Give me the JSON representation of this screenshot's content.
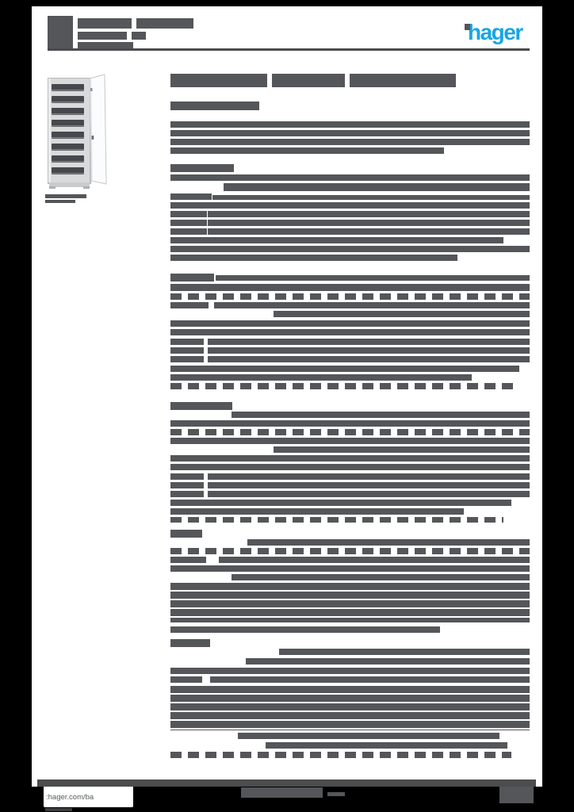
{
  "document": {
    "type": "product-datasheet-page",
    "brand": "hager",
    "note": "all body text on the page is blurred/redacted into gray bars; only the logo wordmark and footer web address are legible"
  },
  "header": {
    "logo_text": "hager"
  },
  "footer": {
    "url": ":hager.com/ba"
  },
  "product_image": {
    "description": "tall floor-standing electrical distribution cabinet, light gray, open white door on right side, 8 dark module slot rows",
    "slot_rows": 8
  },
  "colors": {
    "page_background": "#000000",
    "paper": "#ffffff",
    "bar": "#55565a",
    "rule": "#4a4b4d",
    "dark": "#4b4c4e",
    "dim": "#3c3d3f",
    "brand": "#18a6e2",
    "cabinet_body": "#d8dadc",
    "cabinet_slot": "#45484c",
    "cabinet_door": "#fbfcfd"
  },
  "redaction": {
    "layers": [
      {
        "name": "header-redactions",
        "bars": [
          [
            60,
            20,
            32,
            42
          ],
          [
            98,
            23,
            68,
            13
          ],
          [
            172,
            23,
            72,
            13
          ],
          [
            98,
            40,
            62,
            10
          ],
          [
            166,
            40,
            18,
            10
          ],
          [
            98,
            53,
            70,
            8
          ],
          [
            60,
            61,
            608,
            3,
            "rule"
          ],
          [
            586,
            30,
            7,
            8
          ]
        ]
      },
      {
        "name": "left-column-redactions",
        "bars": [
          [
            57,
            245,
            52,
            5
          ],
          [
            57,
            252,
            38,
            4
          ]
        ]
      },
      {
        "name": "main-column-redactions",
        "bars": [
          [
            215,
            93,
            122,
            17
          ],
          [
            343,
            93,
            92,
            17
          ],
          [
            441,
            93,
            134,
            17
          ],
          [
            215,
            128,
            112,
            11
          ],
          [
            215,
            153,
            453,
            8
          ],
          [
            215,
            164,
            453,
            8
          ],
          [
            215,
            175,
            453,
            8
          ],
          [
            215,
            186,
            345,
            8
          ],
          [
            215,
            207,
            80,
            10
          ],
          [
            215,
            220,
            453,
            8
          ],
          [
            282,
            231,
            386,
            10
          ],
          [
            215,
            244,
            52,
            8
          ],
          [
            268,
            246,
            400,
            6
          ],
          [
            215,
            255,
            453,
            8
          ],
          [
            215,
            266,
            46,
            8
          ],
          [
            262,
            266,
            406,
            8
          ],
          [
            215,
            277,
            46,
            8
          ],
          [
            262,
            277,
            406,
            8
          ],
          [
            215,
            288,
            46,
            8
          ],
          [
            262,
            288,
            406,
            8
          ],
          [
            215,
            299,
            420,
            8
          ],
          [
            215,
            310,
            453,
            8
          ],
          [
            215,
            321,
            362,
            8
          ],
          [
            215,
            345,
            55,
            10
          ],
          [
            272,
            347,
            396,
            7
          ],
          [
            215,
            358,
            453,
            9
          ],
          [
            215,
            370,
            453,
            8,
            "dash"
          ],
          [
            215,
            381,
            48,
            8
          ],
          [
            270,
            381,
            398,
            8
          ],
          [
            345,
            392,
            323,
            8
          ],
          [
            215,
            404,
            60,
            8
          ],
          [
            268,
            404,
            400,
            8
          ],
          [
            215,
            415,
            453,
            8
          ],
          [
            215,
            427,
            42,
            8
          ],
          [
            262,
            427,
            406,
            8
          ],
          [
            215,
            438,
            42,
            8
          ],
          [
            262,
            438,
            406,
            8
          ],
          [
            215,
            449,
            42,
            8
          ],
          [
            262,
            449,
            406,
            8
          ],
          [
            215,
            461,
            440,
            8
          ],
          [
            215,
            472,
            380,
            8
          ],
          [
            215,
            483,
            440,
            8,
            "dash"
          ],
          [
            215,
            507,
            78,
            10
          ],
          [
            292,
            519,
            376,
            8
          ],
          [
            215,
            530,
            453,
            8
          ],
          [
            215,
            541,
            453,
            8,
            "dash"
          ],
          [
            215,
            552,
            55,
            8
          ],
          [
            270,
            552,
            398,
            8
          ],
          [
            345,
            563,
            323,
            8
          ],
          [
            215,
            574,
            60,
            8
          ],
          [
            268,
            574,
            400,
            8
          ],
          [
            215,
            585,
            453,
            8
          ],
          [
            215,
            597,
            42,
            8
          ],
          [
            262,
            597,
            406,
            8
          ],
          [
            215,
            608,
            42,
            8
          ],
          [
            262,
            608,
            406,
            8
          ],
          [
            215,
            619,
            42,
            8
          ],
          [
            262,
            619,
            406,
            8
          ],
          [
            215,
            630,
            430,
            8
          ],
          [
            215,
            641,
            370,
            8
          ],
          [
            215,
            652,
            420,
            7,
            "dash"
          ],
          [
            215,
            668,
            40,
            10
          ],
          [
            312,
            680,
            356,
            8
          ],
          [
            215,
            691,
            453,
            8,
            "dash"
          ],
          [
            215,
            702,
            45,
            8
          ],
          [
            276,
            702,
            392,
            8
          ],
          [
            215,
            713,
            453,
            8
          ],
          [
            292,
            724,
            376,
            8
          ],
          [
            215,
            735,
            453,
            50,
            "block"
          ],
          [
            215,
            790,
            340,
            8
          ],
          [
            215,
            806,
            50,
            10
          ],
          [
            352,
            818,
            316,
            8
          ],
          [
            310,
            830,
            358,
            8
          ],
          [
            215,
            842,
            453,
            8
          ],
          [
            215,
            853,
            40,
            8
          ],
          [
            265,
            853,
            403,
            8
          ],
          [
            215,
            865,
            453,
            56,
            "block"
          ],
          [
            300,
            924,
            330,
            8
          ],
          [
            335,
            936,
            305,
            8
          ],
          [
            215,
            948,
            430,
            8,
            "dash"
          ]
        ]
      },
      {
        "name": "footer-redactions",
        "bars": [
          [
            47,
            983,
            629,
            9,
            "dark"
          ],
          [
            304,
            993,
            103,
            13
          ],
          [
            413,
            999,
            22,
            5
          ],
          [
            630,
            992,
            43,
            21
          ],
          [
            57,
            1019,
            34,
            4,
            "dim"
          ]
        ]
      }
    ]
  }
}
